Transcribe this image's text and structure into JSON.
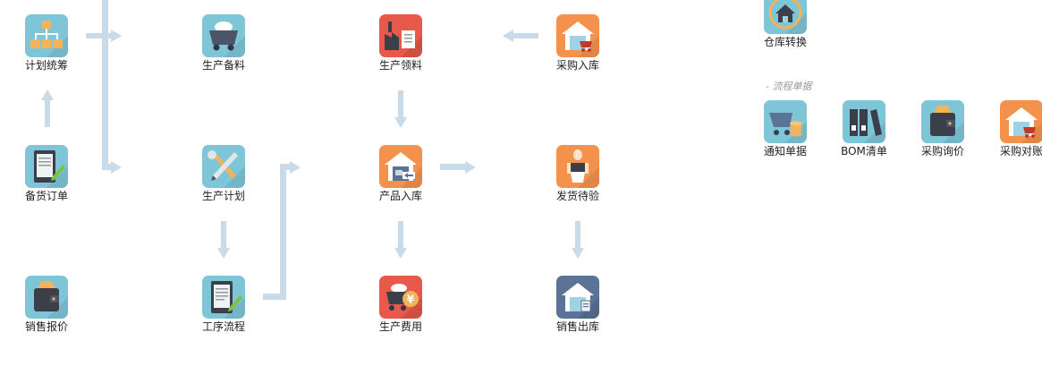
{
  "flow_nodes": {
    "plan": {
      "label": "计划统筹",
      "icon": "org-chart-icon",
      "color": "#7ec5d8"
    },
    "prep": {
      "label": "生产备料",
      "icon": "mine-cart-icon",
      "color": "#7ec5d8"
    },
    "pick": {
      "label": "生产领料",
      "icon": "factory-icon",
      "color": "#e8584b"
    },
    "purchase_in": {
      "label": "采购入库",
      "icon": "warehouse-cart-icon",
      "color": "#f4924d"
    },
    "stock_order": {
      "label": "备货订单",
      "icon": "tablet-pen-icon",
      "color": "#7ec5d8"
    },
    "prod_plan": {
      "label": "生产计划",
      "icon": "tools-icon",
      "color": "#7ec5d8"
    },
    "product_in": {
      "label": "产品入库",
      "icon": "warehouse-transfer-icon",
      "color": "#f4924d"
    },
    "ship_check": {
      "label": "发货待验",
      "icon": "person-box-icon",
      "color": "#f4924d"
    },
    "sales_quote": {
      "label": "销售报价",
      "icon": "wallet-icon",
      "color": "#7ec5d8"
    },
    "process": {
      "label": "工序流程",
      "icon": "document-pen-icon",
      "color": "#7ec5d8"
    },
    "prod_cost": {
      "label": "生产费用",
      "icon": "yen-cart-icon",
      "color": "#e8584b"
    },
    "sales_out": {
      "label": "销售出库",
      "icon": "warehouse-doc-icon",
      "color": "#5b7396"
    }
  },
  "side_panel": {
    "warehouse_transfer": {
      "label": "仓库转换",
      "icon": "home-circle-icon",
      "color": "#7ec5d8"
    },
    "section_title": "- 流程单据",
    "items": [
      {
        "label": "通知单据",
        "icon": "coin-cart-icon",
        "color": "#7ec5d8"
      },
      {
        "label": "BOM清单",
        "icon": "binders-icon",
        "color": "#7ec5d8"
      },
      {
        "label": "采购询价",
        "icon": "wallet-icon",
        "color": "#7ec5d8"
      },
      {
        "label": "采购对账",
        "icon": "warehouse-cart-icon",
        "color": "#f4924d"
      }
    ]
  },
  "colors": {
    "arrow": "#c9dbe8",
    "accent_blue": "#7ec5d8",
    "accent_orange": "#f4924d",
    "accent_red": "#e8584b"
  }
}
